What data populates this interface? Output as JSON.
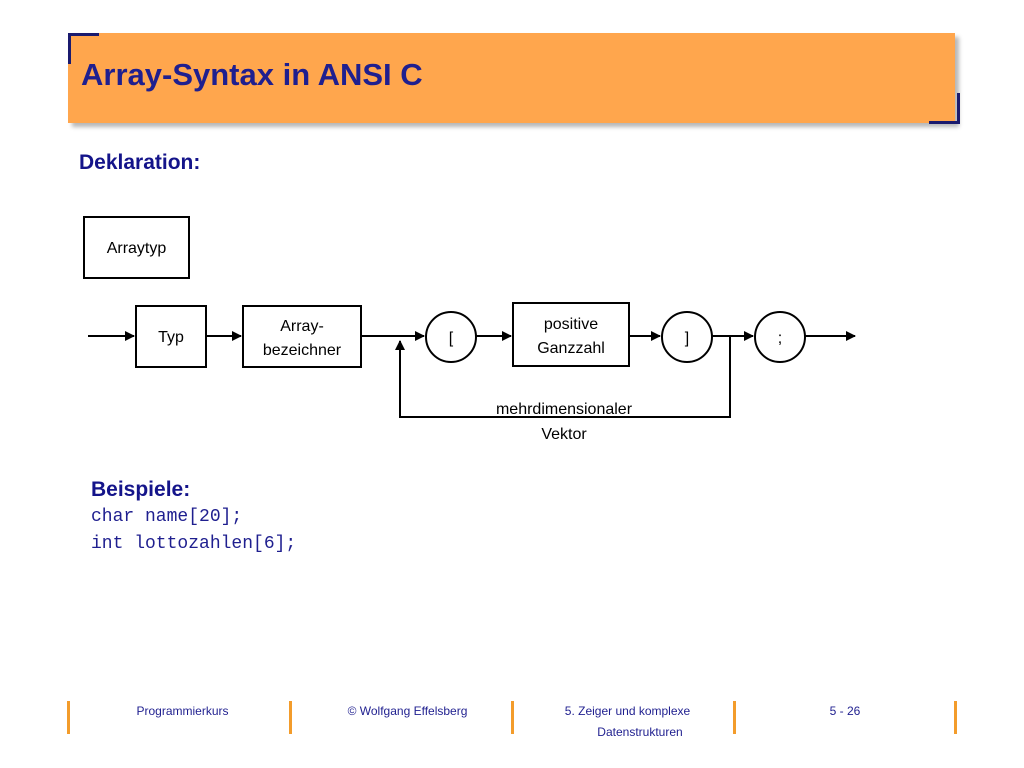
{
  "slide": {
    "title": "Array-Syntax in ANSI C"
  },
  "declaration": {
    "heading": "Deklaration:"
  },
  "diagram": {
    "legend_box": "Arraytyp",
    "typ": "Typ",
    "bezeichner_line1": "Array-",
    "bezeichner_line2": "bezeichner",
    "open_bracket": "[",
    "ganzzahl_line1": "positive",
    "ganzzahl_line2": "Ganzzahl",
    "close_bracket": "]",
    "semicolon": ";",
    "loop_label_line1": "mehrdimensionaler",
    "loop_label_line2": "Vektor"
  },
  "examples": {
    "heading": "Beispiele:",
    "lines": [
      "char name[20];",
      "int lottozahlen[6];"
    ]
  },
  "footer": {
    "course": "Programmierkurs",
    "author": "© Wolfgang Effelsberg",
    "chapter_line1": "5.  Zeiger und komplexe",
    "chapter_line2": "Datenstrukturen",
    "page": "5 - 26"
  },
  "colors": {
    "title_bar": "#ffa64d",
    "title_text": "#1f1f8f",
    "accent": "#f39c2b"
  }
}
